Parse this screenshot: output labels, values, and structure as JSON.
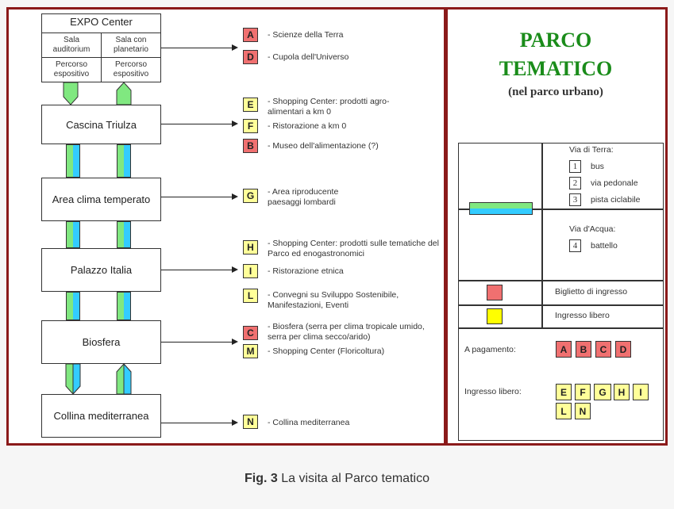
{
  "flow": {
    "expo": {
      "title": "EXPO Center",
      "cells": [
        "Sala auditorium",
        "Sala con planetario",
        "Percorso espositivo",
        "Percorso espositivo"
      ]
    },
    "stations": [
      "Cascina Triulza",
      "Area clima temperato",
      "Palazzo Italia",
      "Biosfera",
      "Collina mediterranea"
    ]
  },
  "items": [
    {
      "letter": "A",
      "type": "paid",
      "text": "- Scienze della Terra"
    },
    {
      "letter": "D",
      "type": "paid",
      "text": "- Cupola dell'Universo"
    },
    {
      "letter": "E",
      "type": "free",
      "text": "- Shopping Center: prodotti agro-alimentari a km 0"
    },
    {
      "letter": "F",
      "type": "free",
      "text": "- Ristorazione a km 0"
    },
    {
      "letter": "B",
      "type": "paid",
      "text": "- Museo dell'alimentazione (?)"
    },
    {
      "letter": "G",
      "type": "free",
      "text": "- Area riproducente paesaggi lombardi"
    },
    {
      "letter": "H",
      "type": "free",
      "text": "- Shopping Center: prodotti sulle tematiche del Parco ed enogastronomici"
    },
    {
      "letter": "I",
      "type": "free",
      "text": "- Ristorazione etnica"
    },
    {
      "letter": "L",
      "type": "free",
      "text": "- Convegni su Sviluppo Sostenibile, Manifestazioni, Eventi"
    },
    {
      "letter": "C",
      "type": "paid",
      "text": "- Biosfera (serra per clima tropicale umido, serra per clima secco/arido)"
    },
    {
      "letter": "M",
      "type": "free",
      "text": "- Shopping Center (Floricoltura)"
    },
    {
      "letter": "N",
      "type": "free",
      "text": "- Collina mediterranea"
    }
  ],
  "title": {
    "line1": "PARCO",
    "line2": "TEMATICO",
    "sub": "(nel parco urbano)"
  },
  "legend": {
    "land_label": "Via di Terra:",
    "land": [
      {
        "n": "1",
        "t": "bus"
      },
      {
        "n": "2",
        "t": "via pedonale"
      },
      {
        "n": "3",
        "t": "pista ciclabile"
      }
    ],
    "water_label": "Via d'Acqua:",
    "water": [
      {
        "n": "4",
        "t": "battello"
      }
    ],
    "ticket": "Biglietto di ingresso",
    "free": "Ingresso libero",
    "paid_label": "A pagamento:",
    "paid_letters": [
      "A",
      "B",
      "C",
      "D"
    ],
    "free_label": "Ingresso libero:",
    "free_letters": [
      "E",
      "F",
      "G",
      "H",
      "I",
      "L",
      "N"
    ]
  },
  "colors": {
    "paid": "#f07070",
    "free": "#ffff99",
    "free_legend": "#ffff00",
    "green": "#80e880",
    "blue": "#33ccff",
    "frame": "#8b1a1a"
  },
  "caption": {
    "fig": "Fig. 3",
    "text": " La visita al Parco tematico"
  }
}
